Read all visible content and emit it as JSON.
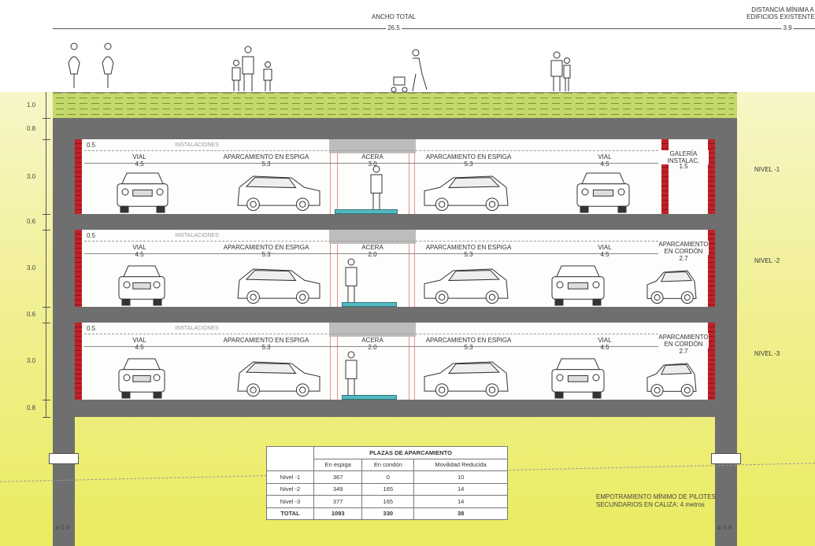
{
  "header": {
    "total_width_label": "ANCHO TOTAL",
    "total_width_value": "26.5",
    "min_distance_label_1": "DISTANCIA MÍNIMA A",
    "min_distance_label_2": "EDIFICIOS EXISTENTES",
    "min_distance_value": "3.9"
  },
  "left_dims": [
    "1.0",
    "0.8",
    "3.0",
    "0.6",
    "3.0",
    "0.6",
    "3.0",
    "0.8"
  ],
  "levels": [
    {
      "name": "NIVEL -1",
      "installations": "INSTALACIONES",
      "offset": "0.5",
      "zones": [
        {
          "label": "VIAL",
          "value": "4.5"
        },
        {
          "label": "APARCAMIENTO EN ESPIGA",
          "value": "5.3"
        },
        {
          "label": "ACERA",
          "value": "3.0"
        },
        {
          "label": "APARCAMIENTO EN ESPIGA",
          "value": "5.3"
        },
        {
          "label": "VIAL",
          "value": "4.5"
        },
        {
          "label": "GALERÍA INSTALAC.",
          "value": "1.5"
        }
      ]
    },
    {
      "name": "NIVEL -2",
      "installations": "INSTALACIONES",
      "offset": "0.5",
      "zones": [
        {
          "label": "VIAL",
          "value": "4.5"
        },
        {
          "label": "APARCAMIENTO EN ESPIGA",
          "value": "5.3"
        },
        {
          "label": "ACERA",
          "value": "2.0"
        },
        {
          "label": "APARCAMIENTO EN ESPIGA",
          "value": "5.3"
        },
        {
          "label": "VIAL",
          "value": "4.5"
        },
        {
          "label": "APARCAMIENTO EN CORDÓN",
          "value": "2.7"
        }
      ]
    },
    {
      "name": "NIVEL -3",
      "installations": "INSTALACIONES",
      "offset": "0.5",
      "zones": [
        {
          "label": "VIAL",
          "value": "4.5"
        },
        {
          "label": "APARCAMIENTO EN ESPIGA",
          "value": "5.3"
        },
        {
          "label": "ACERA",
          "value": "2.0"
        },
        {
          "label": "APARCAMIENTO EN ESPIGA",
          "value": "5.3"
        },
        {
          "label": "VIAL",
          "value": "4.5"
        },
        {
          "label": "APARCAMIENTO EN CORDÓN",
          "value": "2.7"
        }
      ]
    }
  ],
  "table": {
    "title": "PLAZAS DE APARCAMIENTO",
    "columns": [
      "En espiga",
      "En condón",
      "Movilidad Reducida"
    ],
    "rows": [
      [
        "Nivel -1",
        "367",
        "0",
        "10"
      ],
      [
        "Nivel -2",
        "349",
        "165",
        "14"
      ],
      [
        "Nivel -3",
        "377",
        "165",
        "14"
      ]
    ],
    "total": [
      "TOTAL",
      "1093",
      "330",
      "38"
    ]
  },
  "note": {
    "line1": "EMPOTRAMIENTO MÍNIMO DE PILOTES",
    "line2": "SECUNDARIOS EN CALIZA: 4 metros"
  },
  "pile_diameter": "ø 0.8"
}
